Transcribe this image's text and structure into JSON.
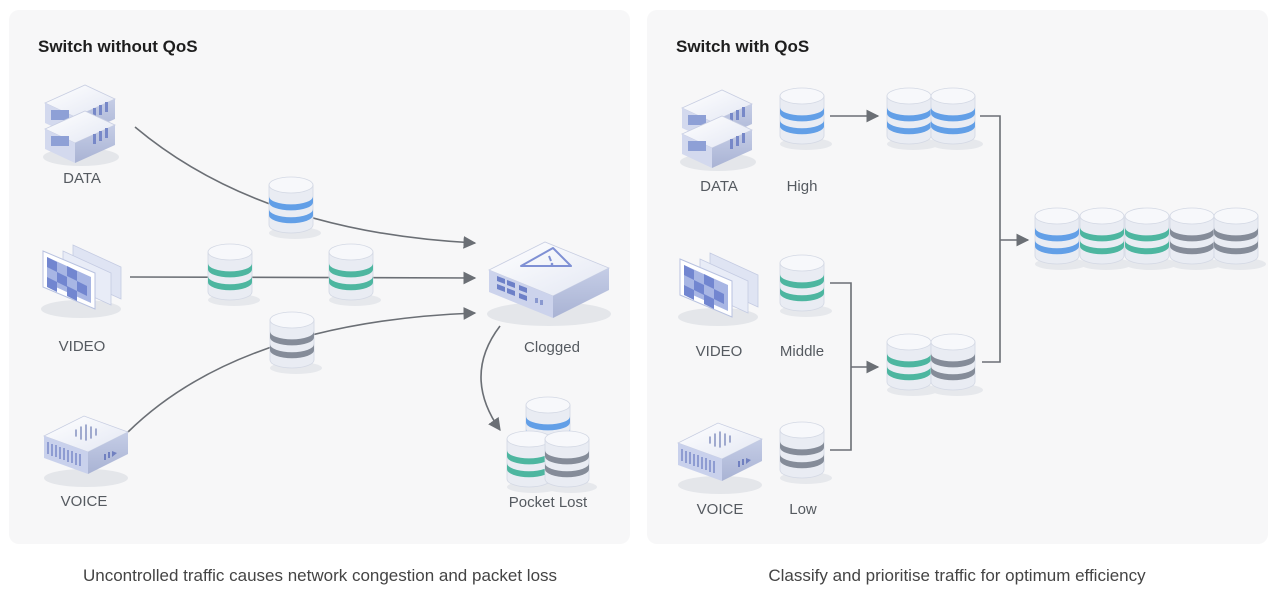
{
  "left_panel": {
    "title": "Switch without QoS",
    "sources": {
      "data": "DATA",
      "video": "VIDEO",
      "voice": "VOICE"
    },
    "switch_label": "Clogged",
    "lost_label": "Pocket Lost",
    "caption": "Uncontrolled traffic causes network congestion and packet loss"
  },
  "right_panel": {
    "title": "Switch with QoS",
    "sources": {
      "data": "DATA",
      "video": "VIDEO",
      "voice": "VOICE"
    },
    "priorities": {
      "high": "High",
      "middle": "Middle",
      "low": "Low"
    },
    "caption": "Classify and prioritise traffic for optimum efficiency"
  },
  "colors": {
    "data": "#5b9be6",
    "video": "#45b39b",
    "voice": "#7f8794",
    "line": "#6b6f75"
  }
}
